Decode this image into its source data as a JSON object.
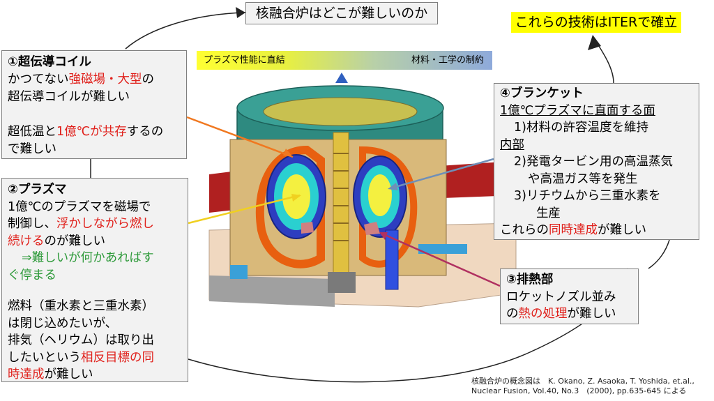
{
  "title": "核融合炉はどこが難しいのか",
  "iter_note": "これらの技術はITERで確立",
  "bar": {
    "left_label": "プラズマ性能に直結",
    "right_label": "材料・工学の制約"
  },
  "coil": {
    "heading": "①超伝導コイル",
    "l1a": "かつてない",
    "l1b": "強磁場・大型",
    "l1c": "の",
    "l2": "超伝導コイルが難しい",
    "l3a": "超低温と",
    "l3b": "1億℃が共存",
    "l3c": "するの",
    "l4": "で難しい"
  },
  "plasma": {
    "heading": "②プラズマ",
    "l1": "1億℃のプラズマを磁場で",
    "l2a": "制御し、",
    "l2b": "浮かしながら燃し",
    "l3a": "続ける",
    "l3b": "のが難しい",
    "l4": "⇒難しいが何かあればす",
    "l5": "ぐ停まる",
    "l6": "燃料（重水素と三重水素）",
    "l7": "は閉じ込めたいが、",
    "l8": "排気（ヘリウム）は取り出",
    "l9a": "したいという",
    "l9b": "相反目標の同",
    "l10a": "時達成",
    "l10b": "が難しい"
  },
  "blanket": {
    "heading": "④ブランケット",
    "l1": "1億℃プラズマに直面する面",
    "l2": "1)材料の許容温度を維持",
    "l3": "内部",
    "l4": "2)発電タービン用の高温蒸気",
    "l5": "や高温ガス等を発生",
    "l6": "3)リチウムから三重水素を",
    "l7": "生産",
    "l8a": "これらの",
    "l8b": "同時達成",
    "l8c": "が難しい"
  },
  "exhaust": {
    "heading": "③排熱部",
    "l1": "ロケットノズル並み",
    "l2a": "の",
    "l2b": "熱の処理",
    "l2c": "が難しい"
  },
  "citation": {
    "l1": "核融合炉の概念図は　K. Okano, Z. Asaoka, T. Yoshida, et.al.,",
    "l2": "Nuclear Fusion, Vol.40, No.3　(2000), pp.635-645 による"
  },
  "colors": {
    "accent_red": "#e0201b",
    "accent_green": "#2e9a3a",
    "highlight": "#ffff00"
  }
}
